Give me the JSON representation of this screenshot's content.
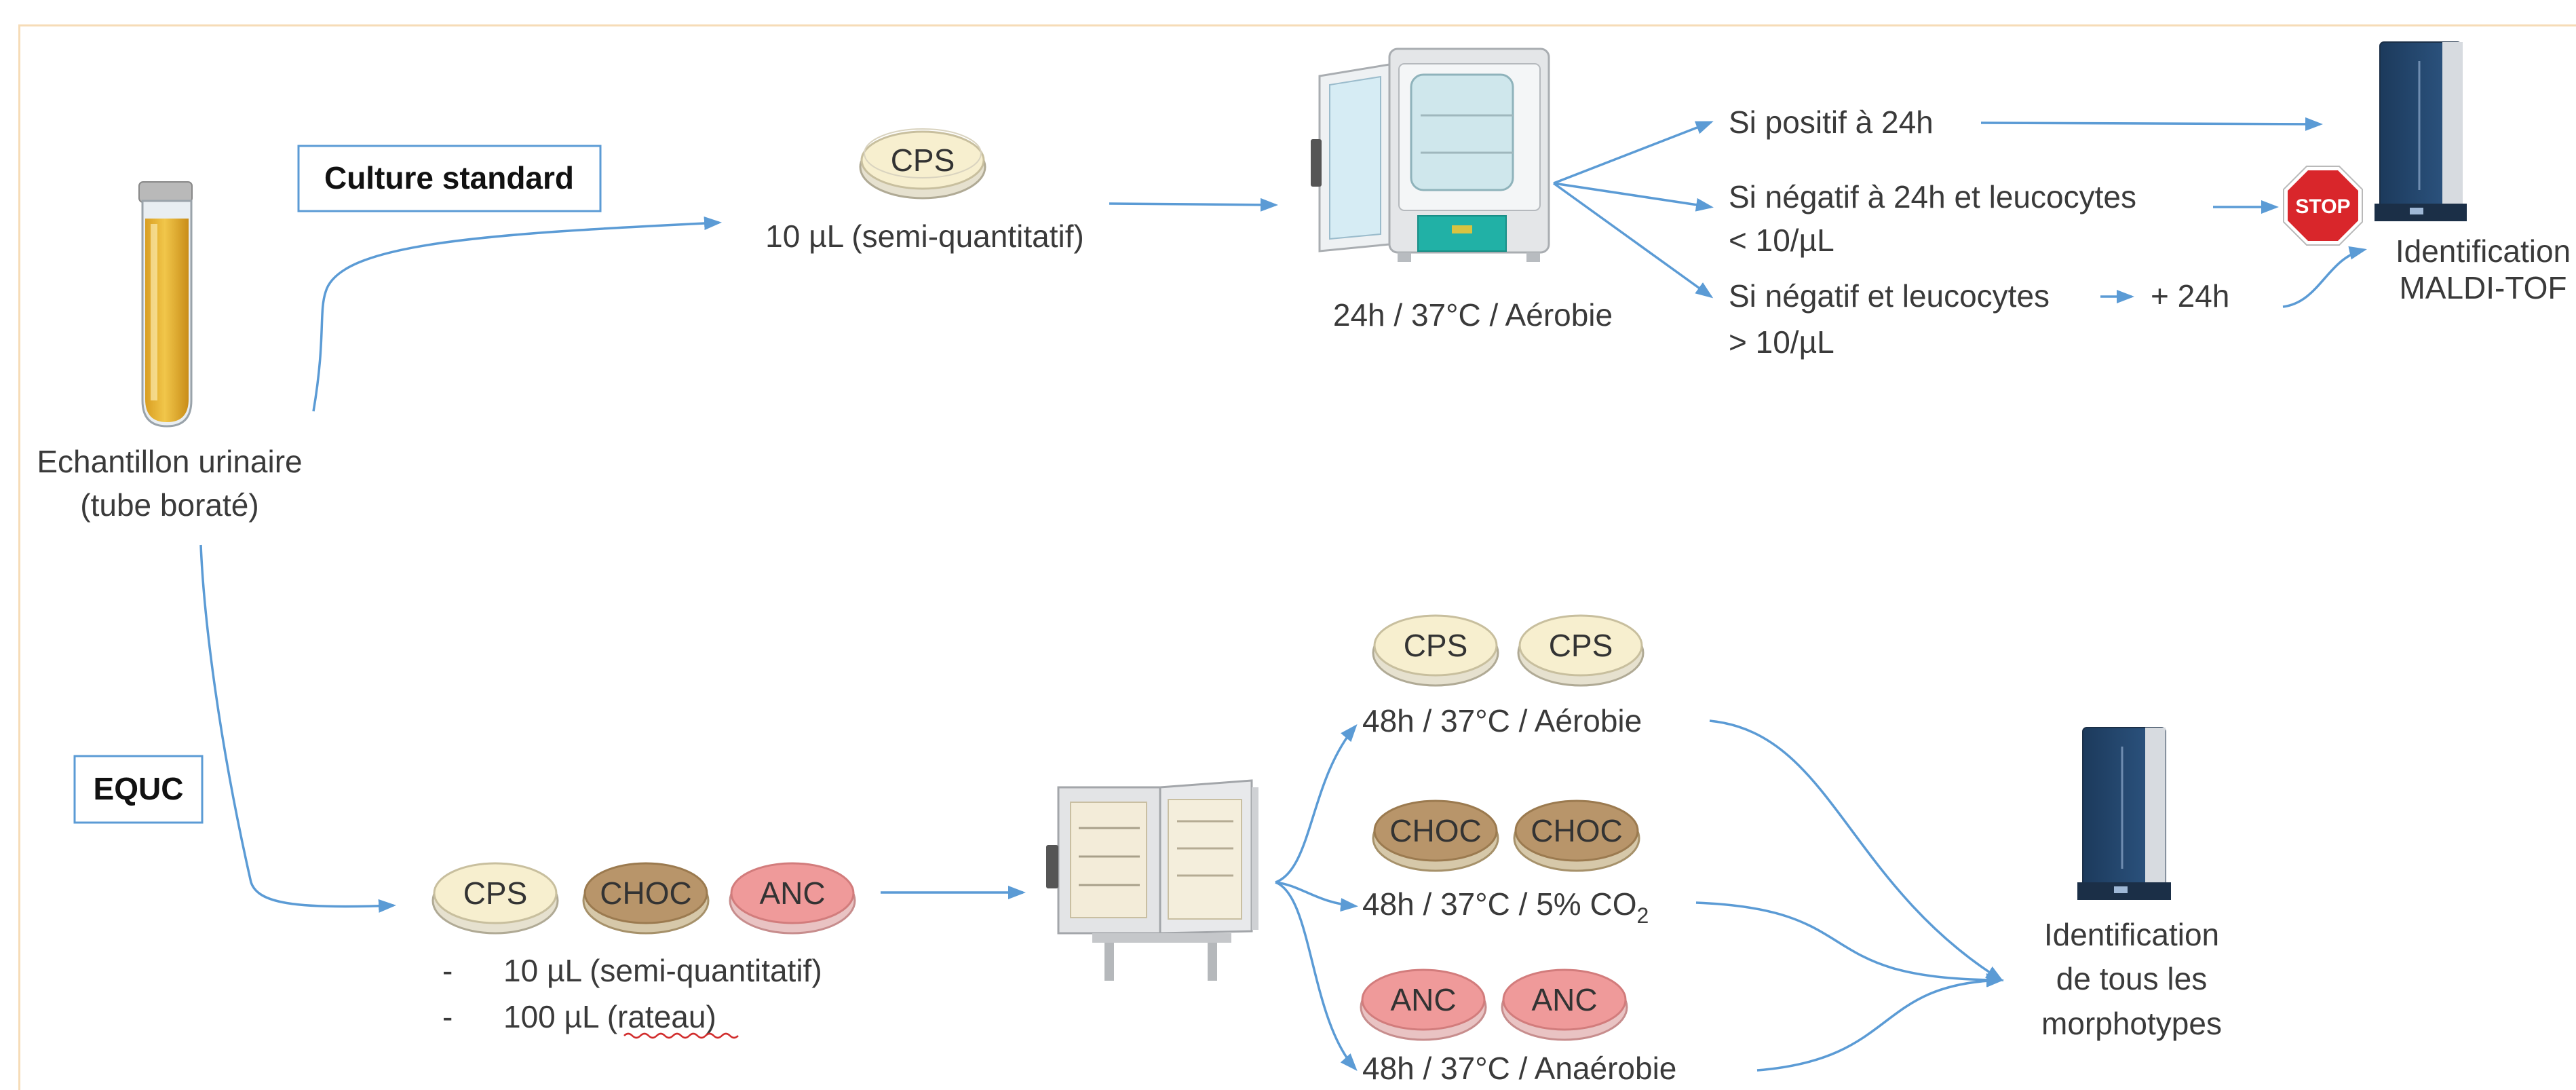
{
  "sample": {
    "line1": "Echantillon urinaire",
    "line2": "(tube boraté)"
  },
  "standard": {
    "box_label": "Culture standard",
    "plate": "CPS",
    "inoculum": "10 µL (semi-quantitatif)",
    "incubation": "24h / 37°C / Aérobie",
    "branch1": "Si positif à 24h",
    "branch2_line1": "Si négatif à 24h et leucocytes",
    "branch2_line2": "< 10/µL",
    "branch3_line1": "Si négatif et leucocytes",
    "branch3_line2": "> 10/µL",
    "extra_time": "+ 24h",
    "stop": "STOP",
    "ident_line1": "Identification",
    "ident_line2": "MALDI-TOF"
  },
  "equc": {
    "box_label": "EQUC",
    "plates": [
      "CPS",
      "CHOC",
      "ANC"
    ],
    "bullet1": "10 µL (semi-quantitatif)",
    "bullet2": "100 µL (rateau)",
    "bullet_marker": "-",
    "cond1": "48h / 37°C / Aérobie",
    "cond2_main": "48h / 37°C / 5% CO",
    "cond2_sub": "2",
    "cond3": "48h / 37°C / Anaérobie",
    "ident_line1": "Identification",
    "ident_line2": "de tous les",
    "ident_line3": "morphotypes"
  },
  "colors": {
    "arrow": "#5b9bd5",
    "cps_agar": "#f7efcf",
    "choc_agar": "#b8956a",
    "anc_agar": "#ef9a9a",
    "urine": "#e8b63a",
    "stop": "#d9262b",
    "maldi": "#25476e"
  }
}
